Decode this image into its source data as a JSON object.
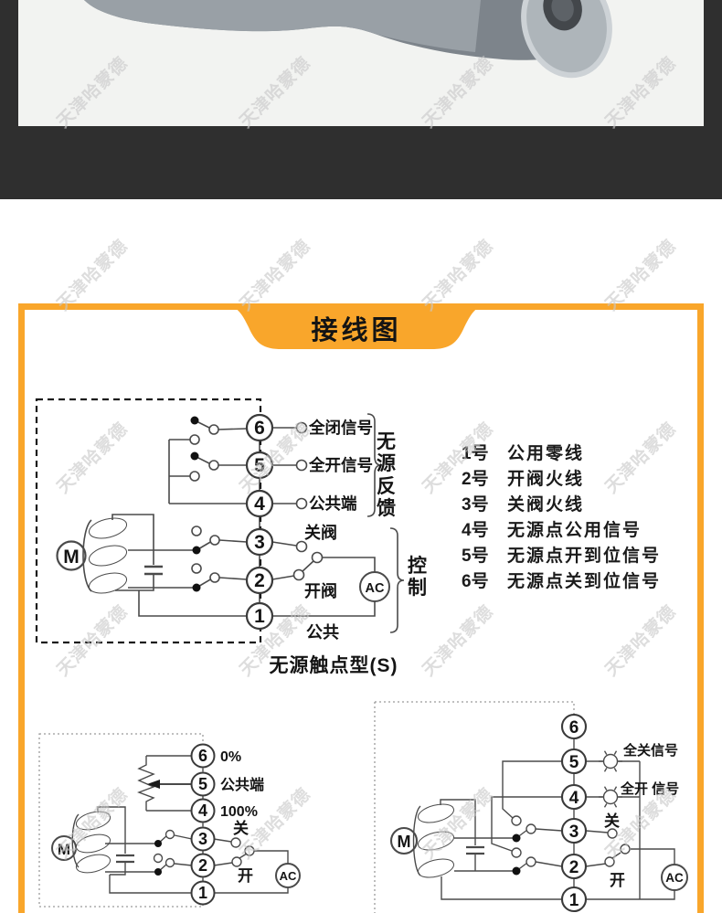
{
  "watermark": {
    "text": "天津哈蒙德"
  },
  "colors": {
    "accent_orange": "#F9A62B",
    "dark_strip": "#2F2F2F",
    "photo_background": "#F2F3F1"
  },
  "header": {
    "title": "接线图"
  },
  "main_diagram": {
    "terminals": [
      "6",
      "5",
      "4",
      "3",
      "2",
      "1"
    ],
    "motor_label": "M",
    "ac_label": "AC",
    "labels": {
      "fully_closed": "全闭信号",
      "fully_open": "全开信号",
      "common_terminal": "公共端",
      "close_valve": "关阀",
      "open_valve": "开阀",
      "common": "公共"
    },
    "groups": {
      "passive_feedback": "无源反馈",
      "control": "控制"
    }
  },
  "terminal_legend": {
    "items": [
      {
        "num": "1号",
        "desc": "公用零线"
      },
      {
        "num": "2号",
        "desc": "开阀火线"
      },
      {
        "num": "3号",
        "desc": "关阀火线"
      },
      {
        "num": "4号",
        "desc": "无源点公用信号"
      },
      {
        "num": "5号",
        "desc": "无源点开到位信号"
      },
      {
        "num": "6号",
        "desc": "无源点关到位信号"
      }
    ]
  },
  "caption": "无源触点型(S)",
  "pot_diagram": {
    "terminals": [
      "6",
      "5",
      "4",
      "3",
      "2",
      "1"
    ],
    "motor_label": "M",
    "ac_label": "AC",
    "labels": {
      "zero_percent": "0%",
      "common_terminal": "公共端",
      "hundred_percent": "100%",
      "close": "关",
      "open": "开"
    }
  },
  "lamp_diagram": {
    "terminals": [
      "6",
      "5",
      "4",
      "3",
      "2",
      "1"
    ],
    "motor_label": "M",
    "ac_label": "AC",
    "labels": {
      "fully_closed_signal": "全关信号",
      "fully_open_signal": "全开 信号",
      "close": "关",
      "open": "开"
    }
  }
}
